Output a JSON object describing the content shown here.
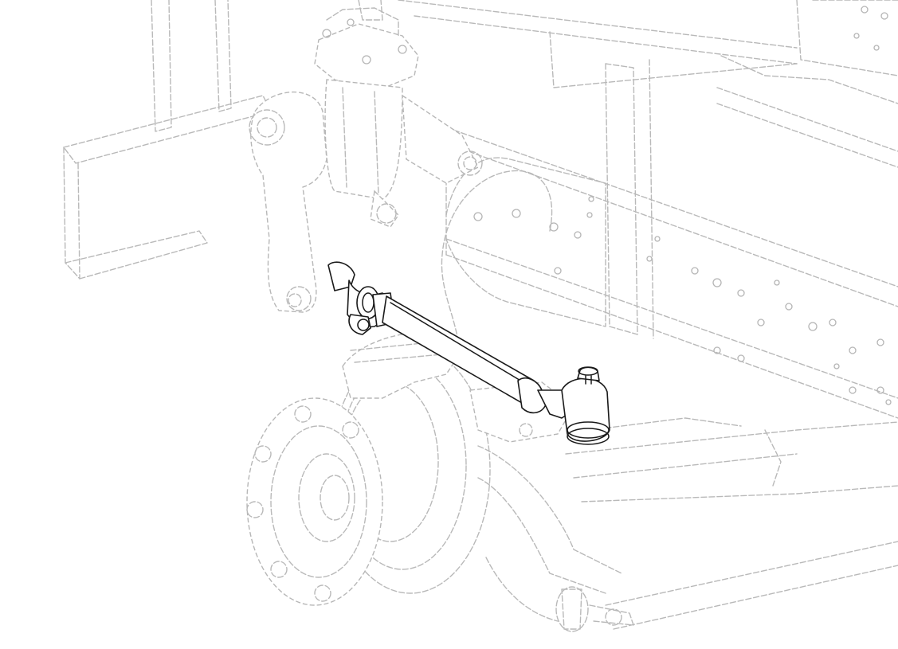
{
  "figure": {
    "style_colors": {
      "background": "#ffffff",
      "ghosted_parts": "#b9b9b9",
      "highlighted_part": "#1a1a1a"
    },
    "components": [
      {
        "name": "frame-rail",
        "state": "ghosted"
      },
      {
        "name": "cross-member",
        "state": "ghosted"
      },
      {
        "name": "steering-gear",
        "state": "ghosted"
      },
      {
        "name": "pitman-arm",
        "state": "ghosted"
      },
      {
        "name": "drag-link",
        "state": "highlighted"
      },
      {
        "name": "steering-knuckle",
        "state": "ghosted"
      },
      {
        "name": "wheel-hub",
        "state": "ghosted"
      },
      {
        "name": "brake-drum",
        "state": "ghosted"
      },
      {
        "name": "front-axle-beam",
        "state": "ghosted"
      },
      {
        "name": "tie-rod-end",
        "state": "ghosted"
      }
    ]
  }
}
